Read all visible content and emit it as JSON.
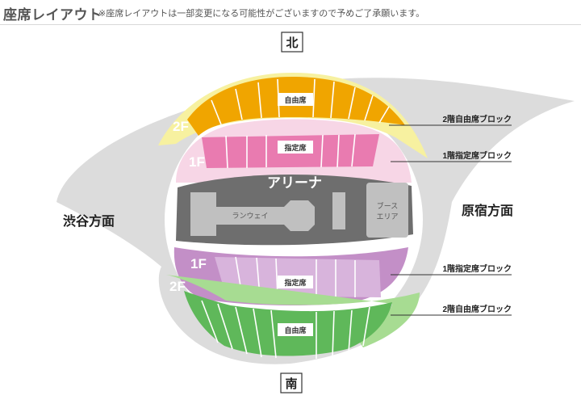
{
  "header": {
    "title": "座席レイアウト",
    "note": "※座席レイアウトは一部変更になる可能性がございますので予めご了承願います。"
  },
  "compass": {
    "north": "北",
    "south": "南",
    "west": "渋谷方面",
    "east": "原宿方面"
  },
  "arena": {
    "title": "アリーナ",
    "runway": "ランウェイ",
    "booth_line1": "ブース",
    "booth_line2": "エリア"
  },
  "blocks": {
    "north_2f": {
      "floor": "2F",
      "seat": "自由席",
      "caption": "2階自由席ブロック",
      "color": "#f0a500",
      "band_color": "#f7f1a0"
    },
    "north_1f": {
      "floor": "1F",
      "seat": "指定席",
      "caption": "1階指定席ブロック",
      "color": "#e97bb0",
      "band_color": "#f7d6e6"
    },
    "south_1f": {
      "floor": "1F",
      "seat": "指定席",
      "caption": "1階指定席ブロック",
      "color": "#d8b4dc",
      "band_color": "#c38fc7"
    },
    "south_2f": {
      "floor": "2F",
      "seat": "自由席",
      "caption": "2階自由席ブロック",
      "color": "#5fb85a",
      "band_color": "#a7dc92"
    }
  }
}
